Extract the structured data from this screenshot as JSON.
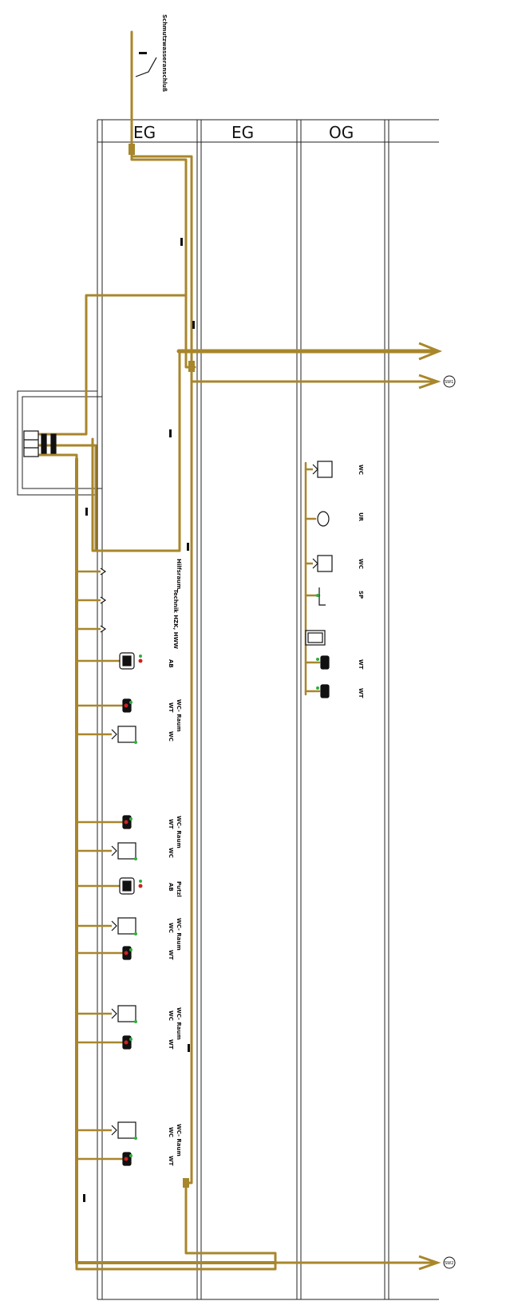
{
  "drawing": {
    "title": "Schmutzwasseranschluß",
    "floors": [
      "EG",
      "EG",
      "OG"
    ],
    "riser_labels": [
      "SW1",
      "SW2"
    ],
    "colors": {
      "pipe": "#a8862b",
      "line": "#222222",
      "tag_green": "#2fae3e",
      "tag_red": "#cc2222"
    },
    "rooms_eg": [
      {
        "name": "Hilfsraum",
        "fixtures": []
      },
      {
        "name": "Technik HZK, HWW",
        "fixtures": []
      },
      {
        "name": "WC- Raum",
        "fixtures": [
          "WT",
          "WC"
        ]
      },
      {
        "name": "WC- Raum",
        "fixtures": [
          "WT",
          "WC"
        ]
      },
      {
        "name": "Putzl",
        "fixtures": [
          "AB"
        ]
      },
      {
        "name": "WC- Raum",
        "fixtures": [
          "WC",
          "WT"
        ]
      },
      {
        "name": "WC- Raum",
        "fixtures": [
          "WC",
          "WT"
        ]
      },
      {
        "name": "WC- Raum",
        "fixtures": [
          "WC",
          "WT"
        ]
      }
    ],
    "fixtures_og": [
      "WC",
      "UR",
      "WC",
      "SP",
      "WT",
      "WT"
    ],
    "extra_labels": [
      "AB"
    ]
  }
}
